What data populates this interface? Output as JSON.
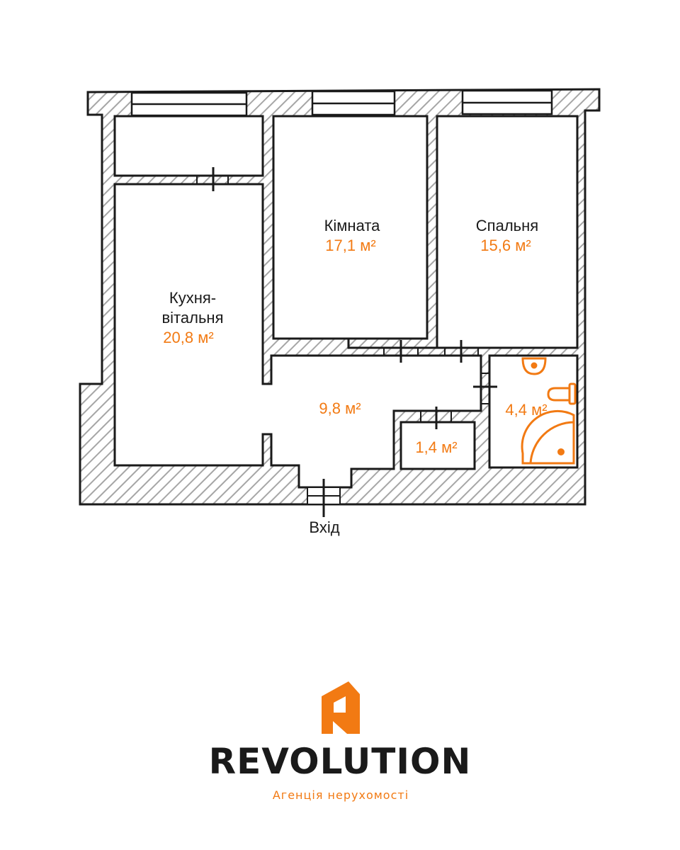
{
  "colors": {
    "accent": "#f27a13",
    "wall_line": "#1a1a1a",
    "hatch": "#a6a6a6"
  },
  "rooms": {
    "kitchen": {
      "name_line1": "Кухня-",
      "name_line2": "вітальня",
      "area": "20,8 м²"
    },
    "room": {
      "name": "Кімната",
      "area": "17,1 м²"
    },
    "bedroom": {
      "name": "Спальня",
      "area": "15,6 м²"
    },
    "hall": {
      "area": "9,8 м²"
    },
    "storage": {
      "area": "1,4 м²"
    },
    "bathroom": {
      "area": "4,4 м²"
    }
  },
  "entrance": {
    "label": "Вхід"
  },
  "fixtures": [
    "sink-icon",
    "toilet-icon",
    "shower-icon"
  ],
  "brand": {
    "name": "REVOLUTION",
    "tagline": "Агенція нерухомості",
    "logo": "revolution-logo-icon"
  }
}
